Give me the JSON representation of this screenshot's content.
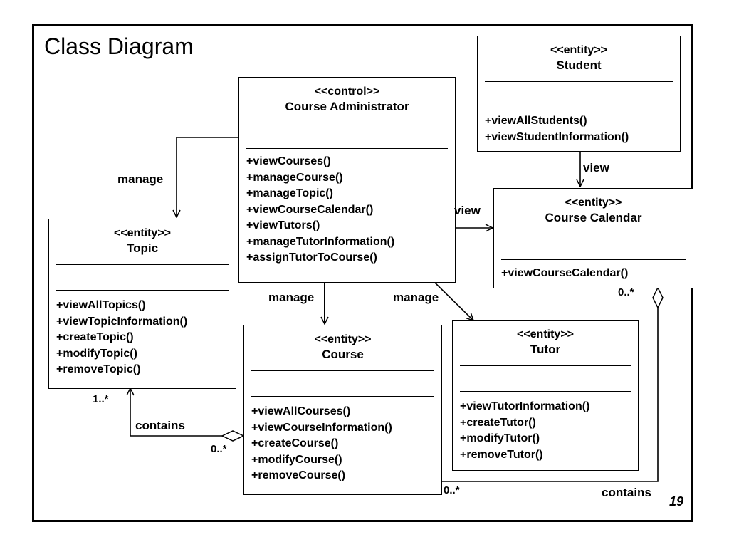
{
  "title": "Class Diagram",
  "page_number": "19",
  "classes": {
    "course_administrator": {
      "stereotype": "<<control>>",
      "name": "Course Administrator",
      "operations": [
        "+viewCourses()",
        "+manageCourse()",
        "+manageTopic()",
        "+viewCourseCalendar()",
        "+viewTutors()",
        "+manageTutorInformation()",
        "+assignTutorToCourse()"
      ]
    },
    "student": {
      "stereotype": "<<entity>>",
      "name": "Student",
      "operations": [
        "+viewAllStudents()",
        "+viewStudentInformation()"
      ]
    },
    "topic": {
      "stereotype": "<<entity>>",
      "name": "Topic",
      "operations": [
        "+viewAllTopics()",
        "+viewTopicInformation()",
        "+createTopic()",
        "+modifyTopic()",
        "+removeTopic()"
      ]
    },
    "course_calendar": {
      "stereotype": "<<entity>>",
      "name": "Course Calendar",
      "operations": [
        "+viewCourseCalendar()"
      ]
    },
    "course": {
      "stereotype": "<<entity>>",
      "name": "Course",
      "operations": [
        "+viewAllCourses()",
        "+viewCourseInformation()",
        "+createCourse()",
        "+modifyCourse()",
        "+removeCourse()"
      ]
    },
    "tutor": {
      "stereotype": "<<entity>>",
      "name": "Tutor",
      "operations": [
        "+viewTutorInformation()",
        "+createTutor()",
        "+modifyTutor()",
        "+removeTutor()"
      ]
    }
  },
  "relations": {
    "manage_topic": "manage",
    "view_calendar": "view",
    "view_student": "view",
    "manage_course": "manage",
    "manage_tutor": "manage",
    "contains_topic": "contains",
    "contains_course": "contains"
  },
  "multiplicities": {
    "topic_end": "1..*",
    "course_topic_end": "0..*",
    "calendar_end": "0..*",
    "course_calendar_end": "0..*"
  }
}
